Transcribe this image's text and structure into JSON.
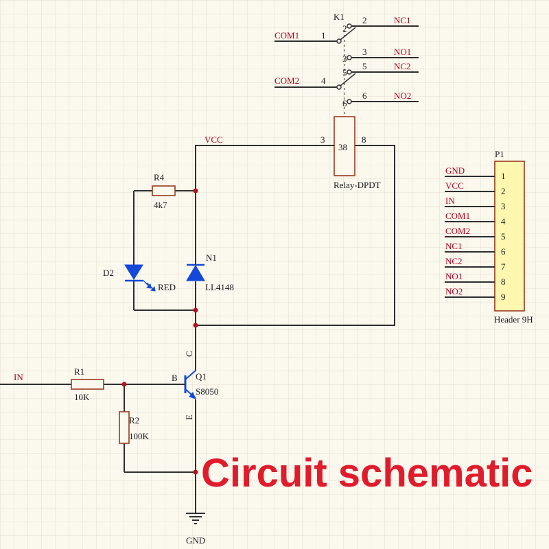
{
  "relay": {
    "ref": "K1",
    "name": "Relay-DPDT",
    "pin_nums": {
      "p1": "1",
      "p2": "2",
      "p3": "3",
      "p4": "4",
      "p5": "5",
      "p6": "6",
      "p3b": "3",
      "p8": "8"
    },
    "inner_marks": {
      "top": "2",
      "m1": "3",
      "m2": "5",
      "bot": "6",
      "coil": "38"
    },
    "nets": {
      "com1": "COM1",
      "com2": "COM2",
      "nc1": "NC1",
      "no1": "NO1",
      "nc2": "NC2",
      "no2": "NO2"
    }
  },
  "power": {
    "vcc": "VCC",
    "gnd": "GND"
  },
  "r4": {
    "ref": "R4",
    "value": "4k7"
  },
  "d2": {
    "ref": "D2",
    "value": "RED"
  },
  "n1": {
    "ref": "N1",
    "value": "LL4148"
  },
  "q1": {
    "ref": "Q1",
    "value": "S8050",
    "base": "B",
    "collector": "C",
    "emitter": "E"
  },
  "r1": {
    "ref": "R1",
    "value": "10K"
  },
  "r2": {
    "ref": "R2",
    "value": "100K"
  },
  "input": {
    "net": "IN"
  },
  "header": {
    "ref": "P1",
    "name": "Header 9H",
    "pins": [
      {
        "num": "1",
        "net": "GND"
      },
      {
        "num": "2",
        "net": "VCC"
      },
      {
        "num": "3",
        "net": "IN"
      },
      {
        "num": "4",
        "net": "COM1"
      },
      {
        "num": "5",
        "net": "COM2"
      },
      {
        "num": "6",
        "net": "NC1"
      },
      {
        "num": "7",
        "net": "NC2"
      },
      {
        "num": "8",
        "net": "NO1"
      },
      {
        "num": "9",
        "net": "NO2"
      }
    ]
  },
  "caption": "Circuit schematic",
  "colors": {
    "grid": "#e3ded0",
    "wire": "#2e2e2e",
    "component": "#9a3a1e",
    "diode": "#1448d8",
    "caption": "#e01c2c",
    "header_fill": "#fff6b0"
  }
}
